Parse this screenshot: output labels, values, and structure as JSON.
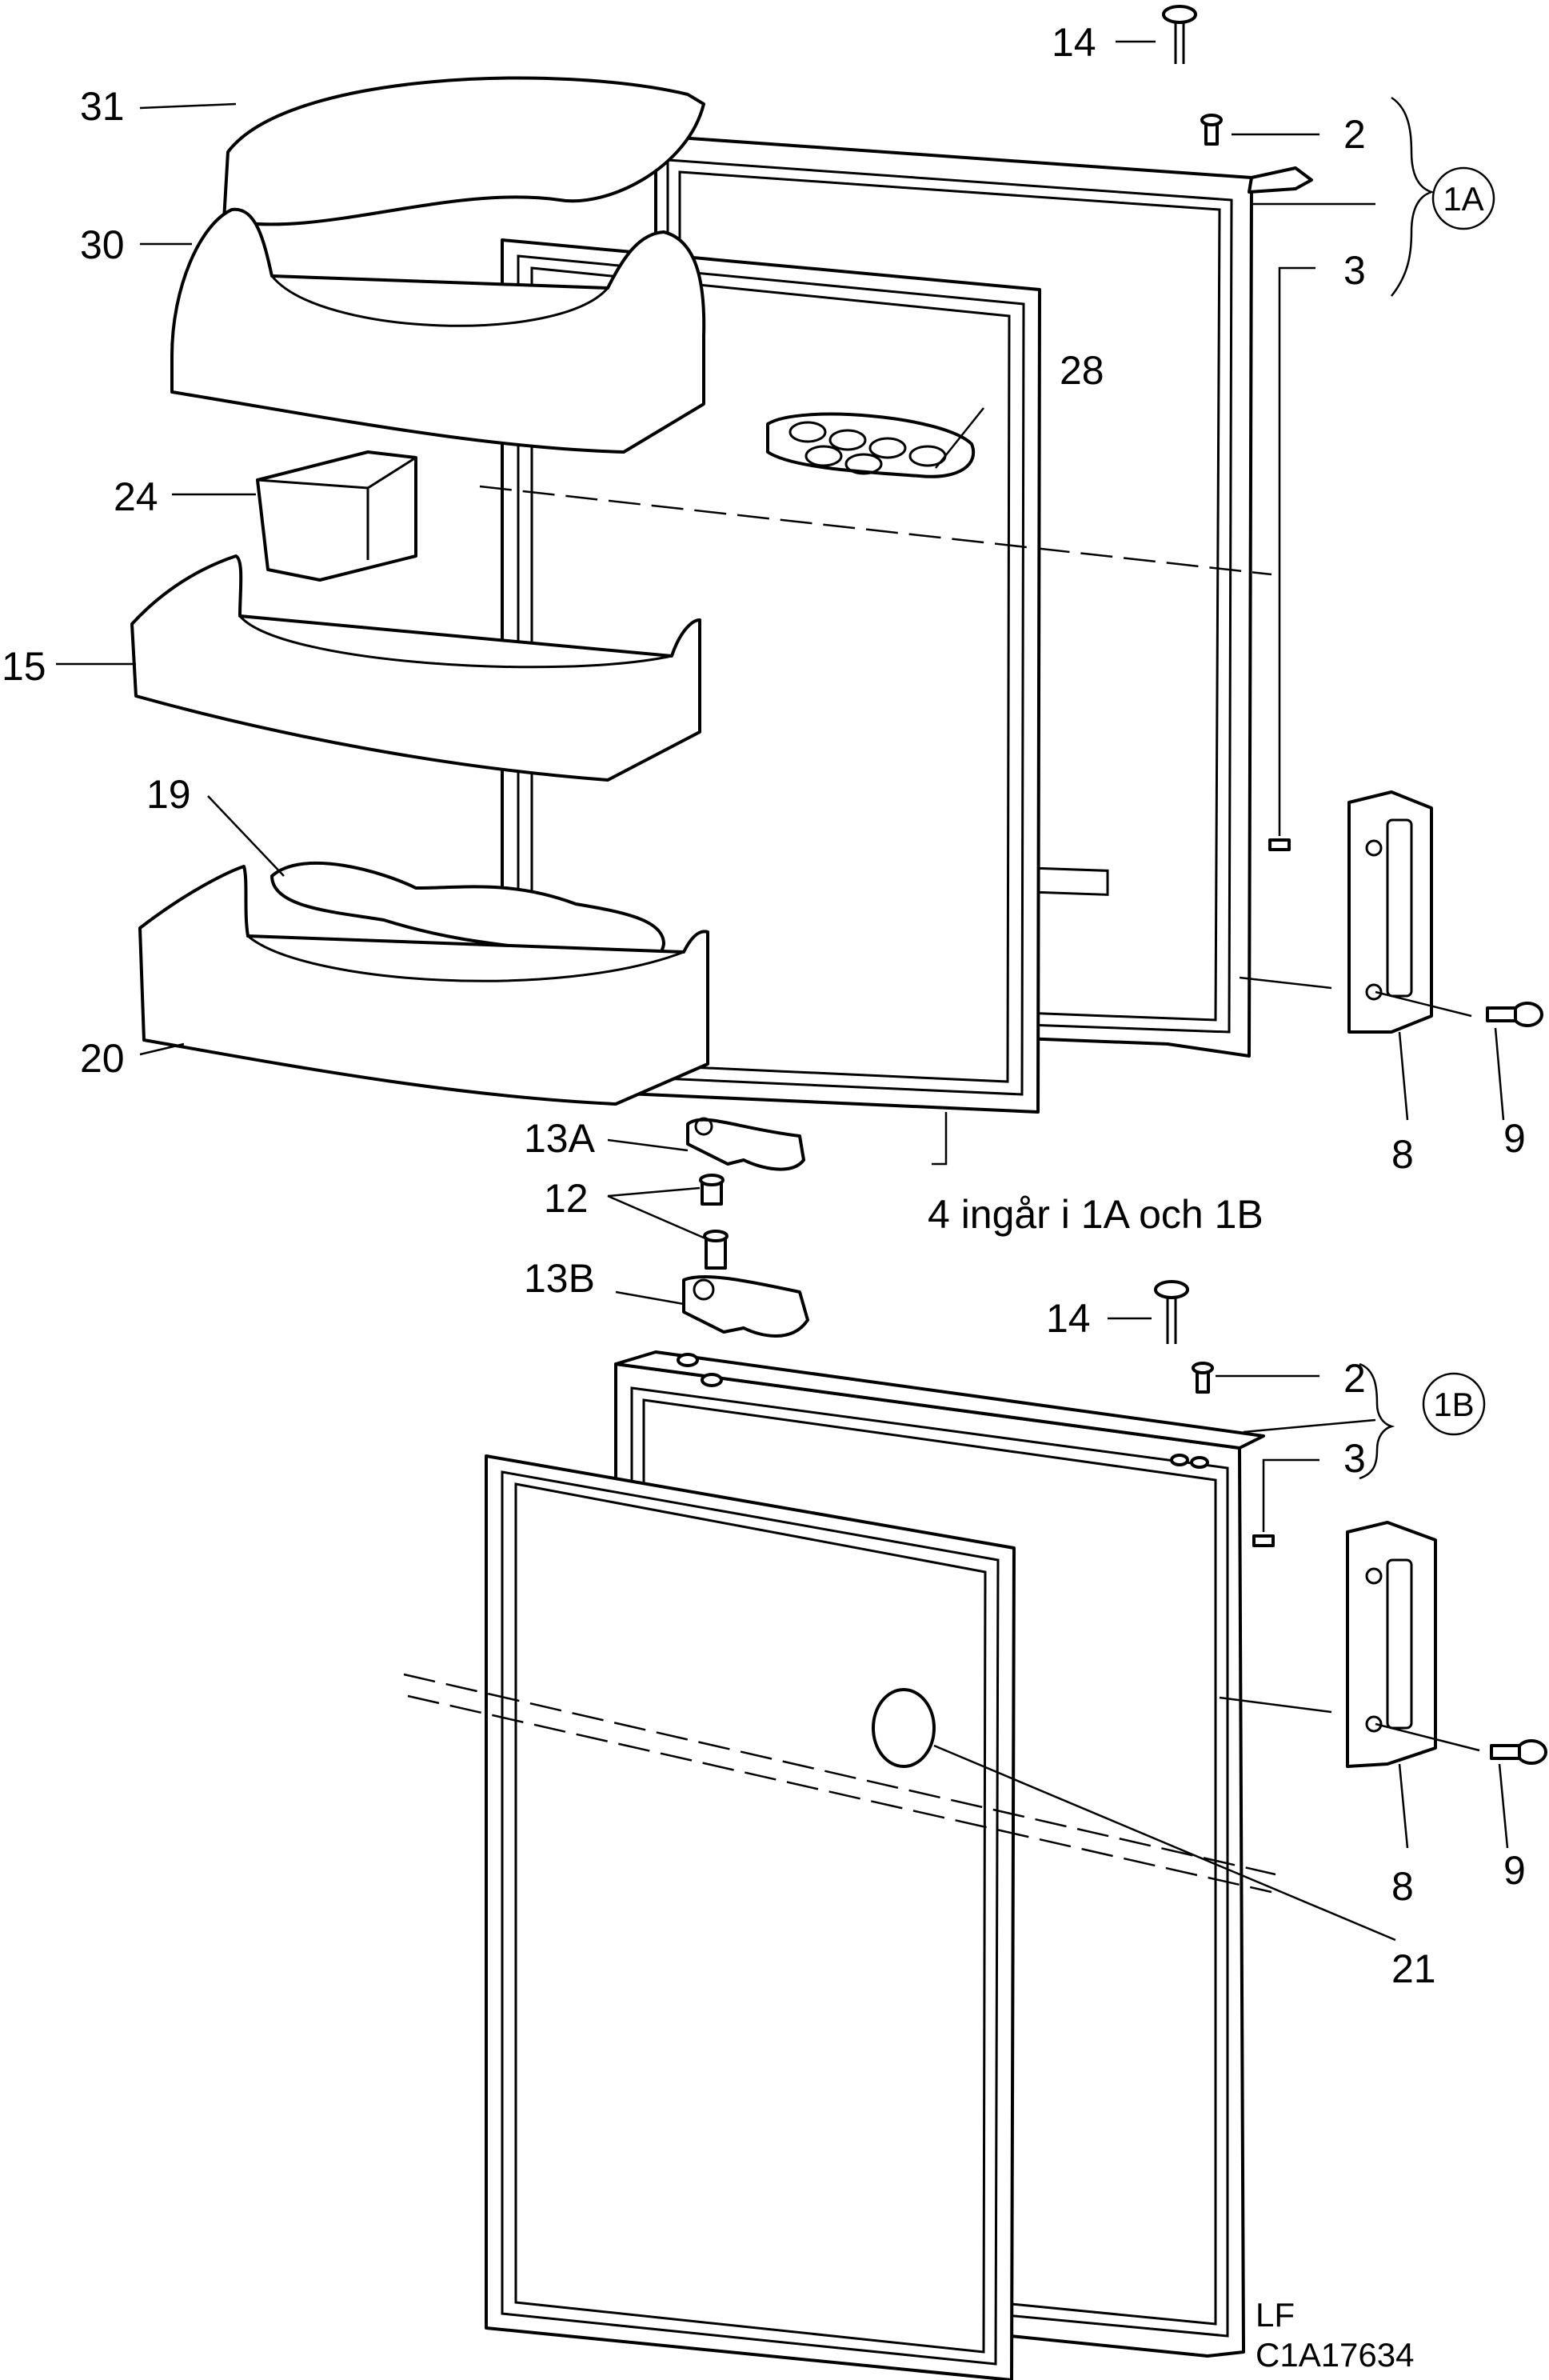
{
  "labels": {
    "l31": "31",
    "l30": "30",
    "l24": "24",
    "l15": "15",
    "l19": "19",
    "l20": "20",
    "l14a": "14",
    "l2a": "2",
    "l3a": "3",
    "g1a": "1A",
    "l28": "28",
    "l8a": "8",
    "l9a": "9",
    "l13a": "13A",
    "l12": "12",
    "l13b": "13B",
    "note4": "4 ingår i 1A och 1B",
    "l14b": "14",
    "l2b": "2",
    "l3b": "3",
    "g1b": "1B",
    "l8b": "8",
    "l9b": "9",
    "l21": "21"
  },
  "footer": {
    "code1": "LF",
    "code2": "C1A17634"
  }
}
